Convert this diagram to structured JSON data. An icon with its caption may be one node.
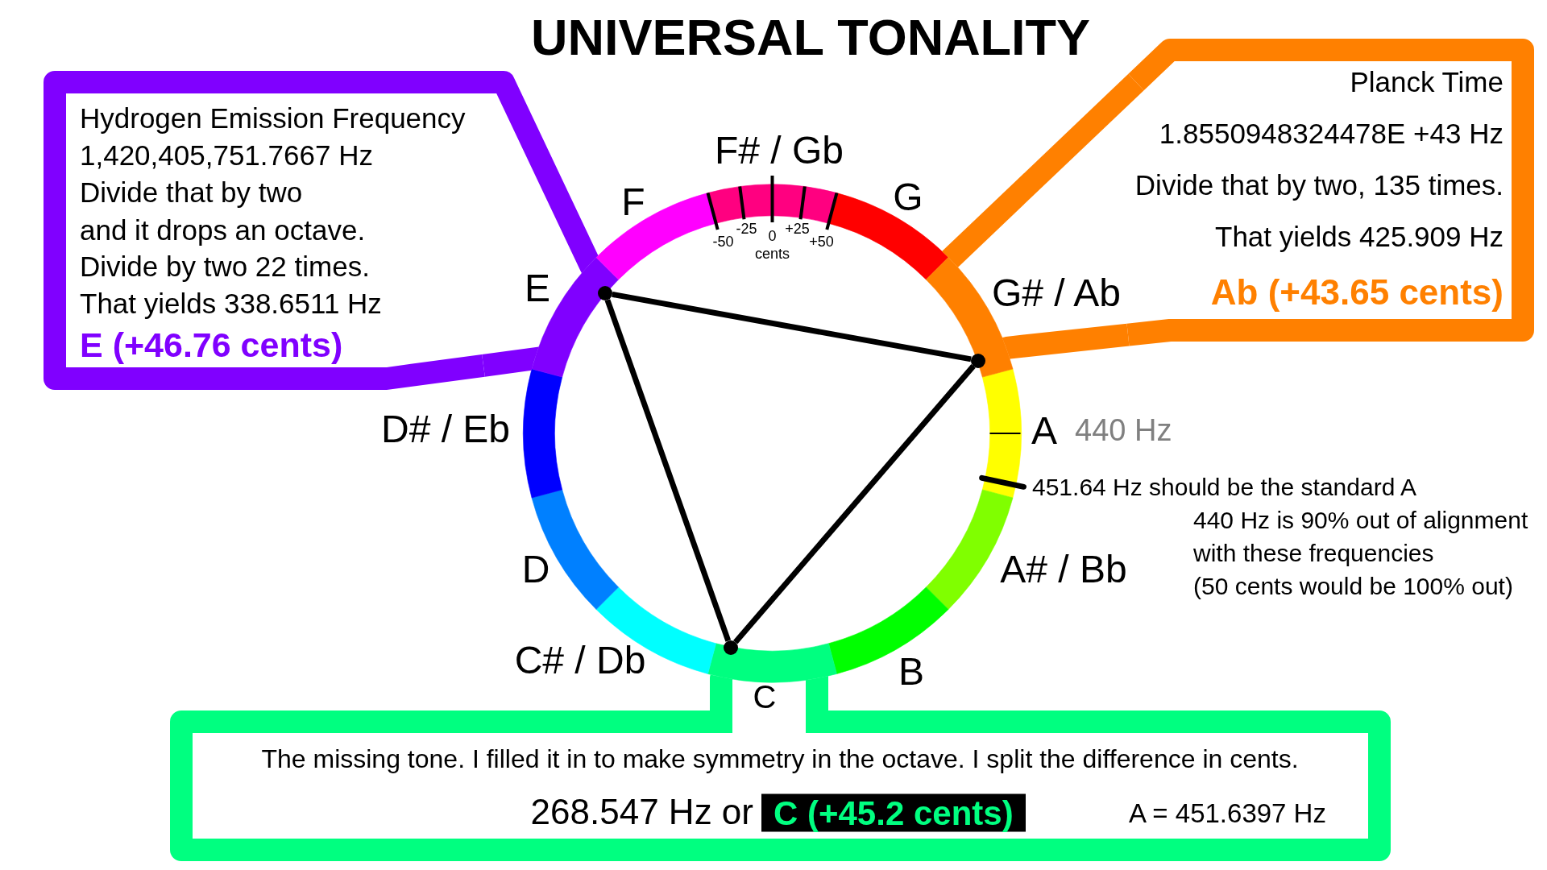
{
  "diagram": {
    "title": "UNIVERSAL TONALITY",
    "nodes": [
      {
        "text": [
          "Hydrogen Emission Frequency",
          "1,420,405,751.7667 Hz",
          "Divide that by two",
          "and it drops an octave.",
          "Divide by two 22 times.",
          "That yields 338.6511 Hz",
          "E (+46.76 cents)"
        ]
      },
      {
        "text": [
          "Planck Time",
          "1.8550948324478E +43 Hz",
          "Divide that by two, 135 times.",
          "That yields 425.909 Hz",
          "Ab (+43.65 cents)"
        ]
      },
      {
        "text": [],
        "shape": "circle"
      },
      {
        "text": [],
        "shape": "circle"
      },
      {
        "text": [],
        "shape": "circle"
      },
      {
        "text": [
          "The missing tone. I filled it in to make symmetry in the octave. I split the difference in cents.",
          "268.547 Hz or",
          "C (+45.2 cents)",
          "A = 451.6397 Hz"
        ]
      }
    ],
    "edges": [
      {
        "from": 0,
        "to": 2,
        "arrow": "none",
        "color": "#8000ff"
      },
      {
        "from": 0,
        "to": null,
        "arrow": "none",
        "color": "#8000ff"
      },
      {
        "from": 1,
        "to": null,
        "arrow": "none",
        "color": "#ff8000"
      },
      {
        "from": 1,
        "to": 3,
        "arrow": "none",
        "color": "#ff8000"
      },
      {
        "from": 2,
        "to": 3,
        "arrow": "none"
      },
      {
        "from": 3,
        "to": 4,
        "arrow": "none"
      },
      {
        "from": 4,
        "to": 2,
        "arrow": "none"
      },
      {
        "from": 5,
        "to": 4,
        "arrow": "none",
        "color": "#00ff80"
      },
      {
        "from": 5,
        "to": null,
        "arrow": "none",
        "color": "#00ff80"
      }
    ],
    "labels": [
      "F# / Gb",
      "F",
      "G",
      "-25",
      "0",
      "+25",
      "-50",
      "+50",
      "cents",
      "E",
      "G# / Ab",
      "D# / Eb",
      "A",
      "440 Hz",
      "451.64 Hz should be the standard A",
      "440 Hz is 90% out of alignment with these frequencies",
      "(50 cents would be 100% out)",
      "D",
      "A# / Bb",
      "C# / Db",
      "B",
      "C"
    ]
  }
}
